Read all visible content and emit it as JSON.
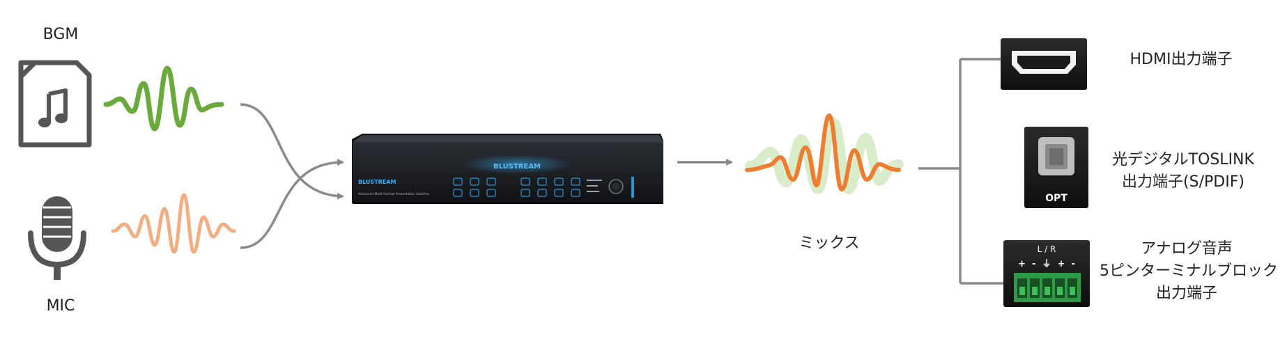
{
  "inputs": {
    "bgm_label": "BGM",
    "mic_label": "MIC"
  },
  "device": {
    "brand": "BLUSTREAM",
    "subtitle": "Advanced Multi-Format Presentation Switcher"
  },
  "mix": {
    "label": "ミックス"
  },
  "outputs": {
    "hdmi_label": "HDMI出力端子",
    "optical_line1": "光デジタルTOSLINK",
    "optical_line2": "出力端子(S/PDIF)",
    "optical_port_text": "OPT",
    "analog_line1": "アナログ音声",
    "analog_line2": "5ピンターミナルブロック",
    "analog_line3": "出力端子",
    "terminal_lr": "L / R",
    "terminal_pins": "+  -  ⏚  +  -"
  },
  "colors": {
    "bgm_wave": "#6aaa3a",
    "mic_wave": "#f4ad80",
    "mix_wave": "#ee7d2f",
    "mix_wave_shadow": "#c9e4b4",
    "connector": "#8a8a8a",
    "icon": "#555555",
    "device_body": "#16181c",
    "device_accent": "#2fb3ff",
    "terminal_green": "#2e9a46"
  },
  "icons": {
    "bgm": "music-file-icon",
    "mic": "microphone-icon",
    "hdmi": "hdmi-port-icon",
    "optical": "optical-port-icon",
    "terminal": "terminal-block-icon"
  }
}
